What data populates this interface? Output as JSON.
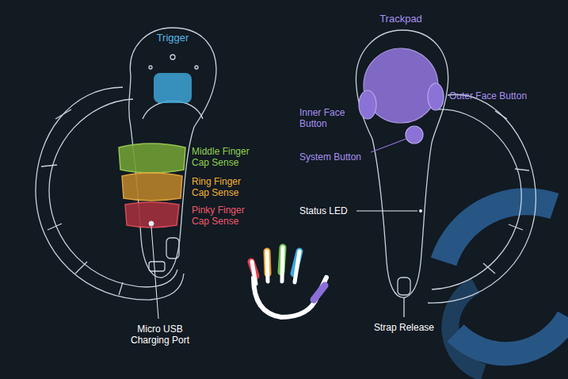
{
  "diagram": {
    "labels": [
      "Trigger",
      "Middle Finger Cap Sense",
      "Ring Finger Cap Sense",
      "Pinky Finger Cap Sense",
      "Micro USB Charging Port",
      "Trackpad",
      "Inner Face Button",
      "Outer Face Button",
      "System Button",
      "Status LED",
      "Strap Release"
    ]
  }
}
